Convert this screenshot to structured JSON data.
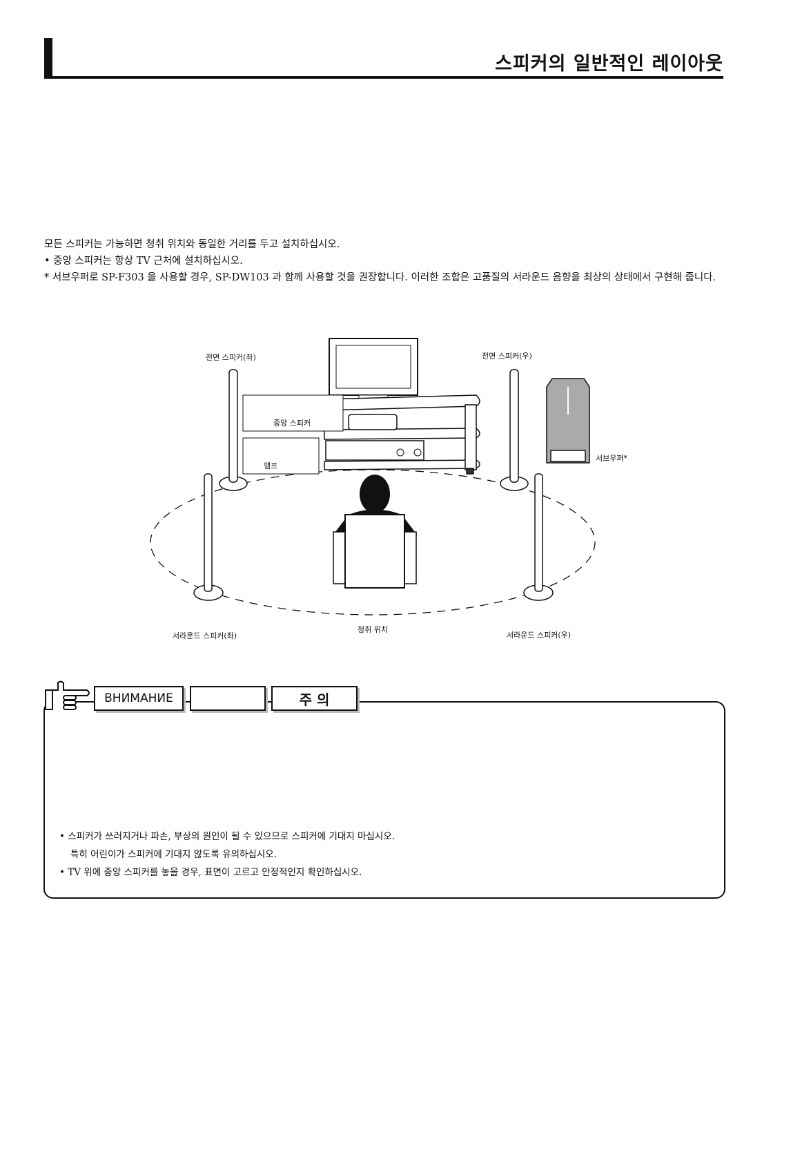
{
  "header": {
    "title": "스피커의 일반적인 레이아웃"
  },
  "intro": {
    "line1": "모든 스피커는 가능하면 청취 위치와 동일한 거리를 두고 설치하십시오.",
    "line2": "•  중앙 스피커는 항상 TV 근처에 설치하십시오.",
    "line3": "*  서브우퍼로 SP-F303 을 사용할 경우, SP-DW103 과 함께 사용할 것을 권장합니다. 이러한 조합은 고품질의 서라운드 음향을 최상의 상태에서 구현해 줍니다."
  },
  "diagram": {
    "front_left": "전면 스피커(좌)",
    "front_right": "전면 스피커(우)",
    "center": "중앙 스피커",
    "amp": "앰프",
    "subwoofer": "서브우퍼*",
    "surround_left": "서라운드 스피커(좌)",
    "surround_right": "서라운드 스피커(우)",
    "listening": "청취 위치"
  },
  "caution": {
    "tag_ru": "ВНИМАНИЕ",
    "tag_blank": "",
    "tag_ko": "주 의",
    "bullet1": "•  스피커가 쓰러지거나 파손, 부상의 원인이 될 수 있으므로 스피커에 기대지 마십시오.",
    "bullet1b": "특히 어린이가 스피커에 기대지 않도록 유의하십시오.",
    "bullet2": "•  TV 위에 중앙 스피커를 놓을 경우, 표면이 고르고 안정적인지 확인하십시오."
  }
}
